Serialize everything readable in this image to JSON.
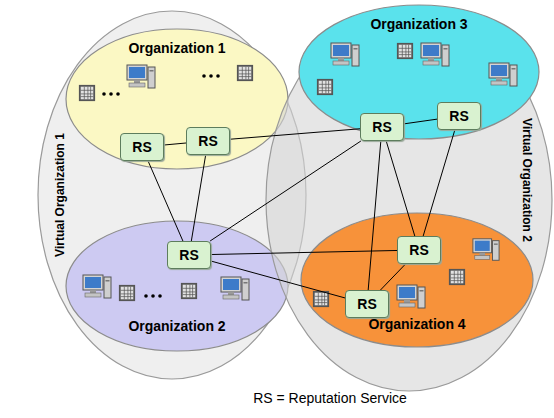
{
  "diagram": {
    "nodes": [
      {
        "text": [
          "Virtual Organization 1"
        ]
      },
      {
        "text": [
          "Organization 1"
        ],
        "in": 0
      },
      {
        "text": [
          "RS"
        ],
        "in": 1
      },
      {
        "text": [
          "RS"
        ],
        "in": 1
      },
      {
        "text": [
          "Organization 2"
        ],
        "in": 0
      },
      {
        "text": [
          "RS"
        ],
        "in": 4
      },
      {
        "text": [
          "Virtual Organization 2"
        ]
      },
      {
        "text": [
          "Organization 3"
        ],
        "in": 6
      },
      {
        "text": [
          "RS"
        ],
        "in": 7
      },
      {
        "text": [
          "RS"
        ],
        "in": 7
      },
      {
        "text": [
          "Organization 4"
        ],
        "in": 6
      },
      {
        "text": [
          "RS"
        ],
        "in": 10
      },
      {
        "text": [
          "RS"
        ],
        "in": 10
      }
    ],
    "edges": [
      {
        "from": 2,
        "to": 3,
        "arrow": "none"
      },
      {
        "from": 2,
        "to": 5,
        "arrow": "none"
      },
      {
        "from": 3,
        "to": 5,
        "arrow": "none"
      },
      {
        "from": 3,
        "to": 8,
        "arrow": "none"
      },
      {
        "from": 8,
        "to": 9,
        "arrow": "none"
      },
      {
        "from": 5,
        "to": 8,
        "arrow": "none"
      },
      {
        "from": 5,
        "to": 11,
        "arrow": "none"
      },
      {
        "from": 5,
        "to": 12,
        "arrow": "none"
      },
      {
        "from": 8,
        "to": 12,
        "arrow": "none"
      },
      {
        "from": 8,
        "to": 11,
        "arrow": "none"
      },
      {
        "from": 9,
        "to": 11,
        "arrow": "none"
      },
      {
        "from": 11,
        "to": 12,
        "arrow": "none"
      }
    ],
    "labels": [
      "RS = Reputation Service"
    ]
  }
}
